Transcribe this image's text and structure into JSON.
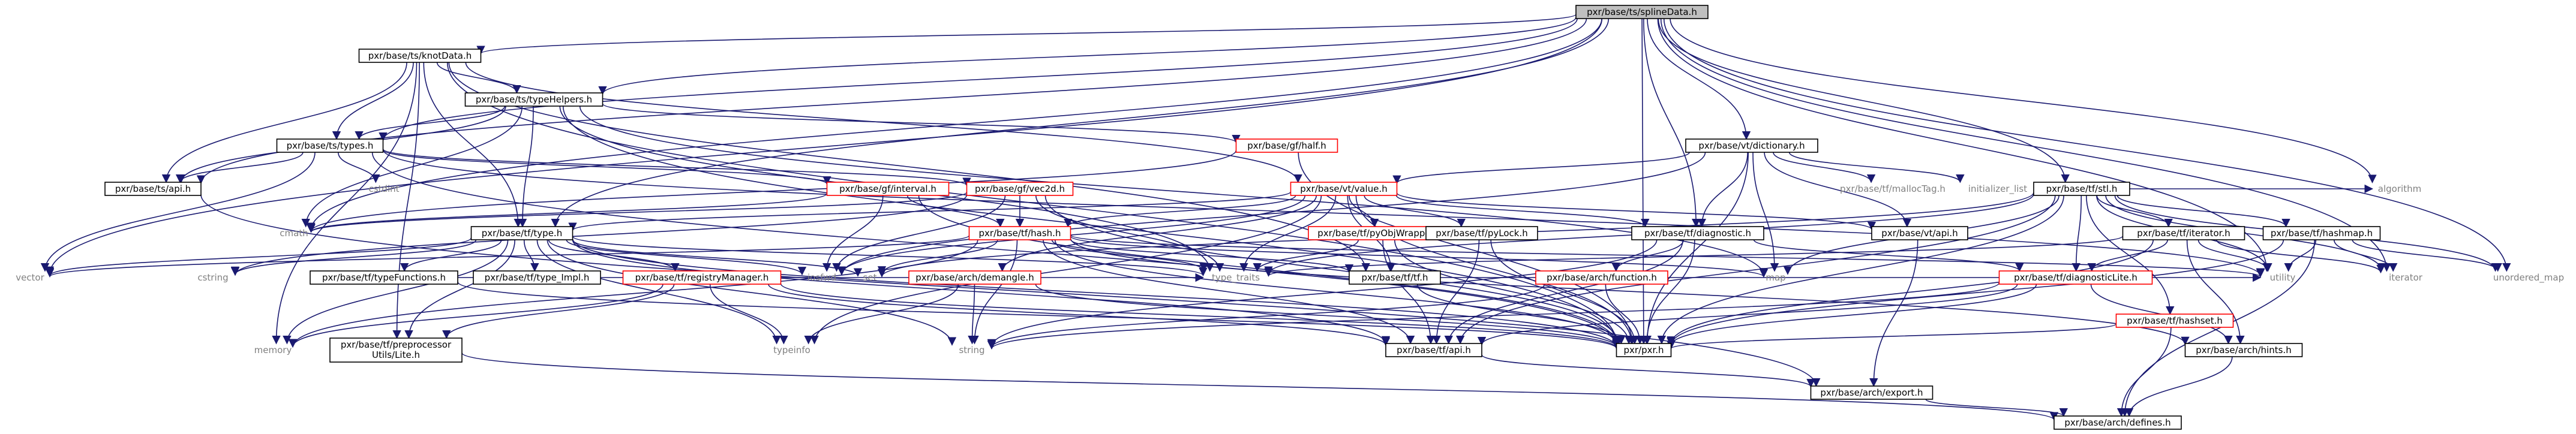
{
  "diagram": {
    "title": "pxr/base/ts/splineData.h",
    "colors": {
      "edge": "#191970",
      "root_fill": "#bfbfbf",
      "linked_border": "#000000",
      "partial_border": "#ff0000",
      "system_text": "#808080"
    },
    "nodes": [
      {
        "id": "root",
        "label": "pxr/base/ts/splineData.h",
        "kind": "root"
      },
      {
        "id": "knotData",
        "label": "pxr/base/ts/knotData.h",
        "kind": "file"
      },
      {
        "id": "typeHelpers",
        "label": "pxr/base/ts/typeHelpers.h",
        "kind": "file"
      },
      {
        "id": "tsTypes",
        "label": "pxr/base/ts/types.h",
        "kind": "file"
      },
      {
        "id": "tsApi",
        "label": "pxr/base/ts/api.h",
        "kind": "file"
      },
      {
        "id": "half",
        "label": "pxr/base/gf/half.h",
        "kind": "partial"
      },
      {
        "id": "interval",
        "label": "pxr/base/gf/interval.h",
        "kind": "partial"
      },
      {
        "id": "vec2d",
        "label": "pxr/base/gf/vec2d.h",
        "kind": "partial"
      },
      {
        "id": "vtValue",
        "label": "pxr/base/vt/value.h",
        "kind": "partial"
      },
      {
        "id": "vtDict",
        "label": "pxr/base/vt/dictionary.h",
        "kind": "file"
      },
      {
        "id": "tfType",
        "label": "pxr/base/tf/type.h",
        "kind": "file"
      },
      {
        "id": "tfHash",
        "label": "pxr/base/tf/hash.h",
        "kind": "partial"
      },
      {
        "id": "pyObj",
        "label": "pxr/base/tf/pyObjWrapper.h",
        "kind": "partial"
      },
      {
        "id": "pyLock",
        "label": "pxr/base/tf/pyLock.h",
        "kind": "file"
      },
      {
        "id": "vtApi",
        "label": "pxr/base/vt/api.h",
        "kind": "file"
      },
      {
        "id": "tfDiag",
        "label": "pxr/base/tf/diagnostic.h",
        "kind": "file"
      },
      {
        "id": "tfStl",
        "label": "pxr/base/tf/stl.h",
        "kind": "file"
      },
      {
        "id": "tfIter",
        "label": "pxr/base/tf/iterator.h",
        "kind": "file"
      },
      {
        "id": "tfHashmap",
        "label": "pxr/base/tf/hashmap.h",
        "kind": "file"
      },
      {
        "id": "mallocTag",
        "label": "pxr/base/tf/mallocTag.h",
        "kind": "sys"
      },
      {
        "id": "initList",
        "label": "initializer_list",
        "kind": "sys"
      },
      {
        "id": "algorithm",
        "label": "algorithm",
        "kind": "sys"
      },
      {
        "id": "unordered",
        "label": "unordered_map",
        "kind": "sys"
      },
      {
        "id": "iterator",
        "label": "iterator",
        "kind": "sys"
      },
      {
        "id": "utility",
        "label": "utility",
        "kind": "sys"
      },
      {
        "id": "vector",
        "label": "vector",
        "kind": "sys"
      },
      {
        "id": "cmath",
        "label": "cmath",
        "kind": "sys"
      },
      {
        "id": "cstdint",
        "label": "cstdint",
        "kind": "sys"
      },
      {
        "id": "cstring",
        "label": "cstring",
        "kind": "sys"
      },
      {
        "id": "memory",
        "label": "memory",
        "kind": "sys"
      },
      {
        "id": "typeFunctions",
        "label": "pxr/base/tf/typeFunctions.h",
        "kind": "file"
      },
      {
        "id": "typeImpl",
        "label": "pxr/base/tf/type_Impl.h",
        "kind": "file"
      },
      {
        "id": "registry",
        "label": "pxr/base/tf/registryManager.h",
        "kind": "partial"
      },
      {
        "id": "demangle",
        "label": "pxr/base/arch/demangle.h",
        "kind": "partial"
      },
      {
        "id": "preproc",
        "label": "pxr/base/tf/preprocessor Utils/Lite.h",
        "kind": "file"
      },
      {
        "id": "typeinfo",
        "label": "typeinfo",
        "kind": "sys"
      },
      {
        "id": "iosfwd",
        "label": "iosfwd",
        "kind": "sys"
      },
      {
        "id": "set",
        "label": "set",
        "kind": "sys"
      },
      {
        "id": "string",
        "label": "string",
        "kind": "sys"
      },
      {
        "id": "typeTraits",
        "label": "type_traits",
        "kind": "sys"
      },
      {
        "id": "tfTf",
        "label": "pxr/base/tf/tf.h",
        "kind": "file"
      },
      {
        "id": "map",
        "label": "map",
        "kind": "sys"
      },
      {
        "id": "archFunction",
        "label": "pxr/base/arch/function.h",
        "kind": "partial"
      },
      {
        "id": "diagLite",
        "label": "pxr/base/tf/diagnosticLite.h",
        "kind": "partial"
      },
      {
        "id": "tfHashset",
        "label": "pxr/base/tf/hashset.h",
        "kind": "partial"
      },
      {
        "id": "hints",
        "label": "pxr/base/arch/hints.h",
        "kind": "file"
      },
      {
        "id": "tfApi",
        "label": "pxr/base/tf/api.h",
        "kind": "file"
      },
      {
        "id": "pxr",
        "label": "pxr/pxr.h",
        "kind": "file"
      },
      {
        "id": "archExport",
        "label": "pxr/base/arch/export.h",
        "kind": "file"
      },
      {
        "id": "archDefines",
        "label": "pxr/base/arch/defines.h",
        "kind": "file"
      }
    ],
    "edges": [
      [
        "root",
        "knotData"
      ],
      [
        "root",
        "typeHelpers"
      ],
      [
        "root",
        "tsTypes"
      ],
      [
        "root",
        "tsApi"
      ],
      [
        "root",
        "vtDict"
      ],
      [
        "root",
        "tfStl"
      ],
      [
        "root",
        "tfDiag"
      ],
      [
        "root",
        "pxr"
      ],
      [
        "root",
        "vector"
      ],
      [
        "root",
        "cmath"
      ],
      [
        "root",
        "algorithm"
      ],
      [
        "root",
        "iterator"
      ],
      [
        "root",
        "utility"
      ],
      [
        "root",
        "unordered"
      ],
      [
        "root",
        "tfType"
      ],
      [
        "knotData",
        "typeHelpers"
      ],
      [
        "knotData",
        "tsTypes"
      ],
      [
        "knotData",
        "tsApi"
      ],
      [
        "knotData",
        "vtValue"
      ],
      [
        "knotData",
        "tfType"
      ],
      [
        "knotData",
        "tfTf"
      ],
      [
        "knotData",
        "memory"
      ],
      [
        "knotData",
        "preproc"
      ],
      [
        "knotData",
        "pxr"
      ],
      [
        "typeHelpers",
        "tsTypes"
      ],
      [
        "typeHelpers",
        "tsApi"
      ],
      [
        "typeHelpers",
        "half"
      ],
      [
        "typeHelpers",
        "tfType"
      ],
      [
        "typeHelpers",
        "cmath"
      ],
      [
        "typeHelpers",
        "typeTraits"
      ],
      [
        "typeHelpers",
        "pxr"
      ],
      [
        "typeHelpers",
        "map"
      ],
      [
        "tsTypes",
        "tsApi"
      ],
      [
        "tsTypes",
        "interval"
      ],
      [
        "tsTypes",
        "vec2d"
      ],
      [
        "tsTypes",
        "cstdint"
      ],
      [
        "tsTypes",
        "vector"
      ],
      [
        "tsTypes",
        "pxr"
      ],
      [
        "tsTypes",
        "utility"
      ],
      [
        "tsApi",
        "archExport"
      ],
      [
        "half",
        "pxr"
      ],
      [
        "half",
        "cmath"
      ],
      [
        "interval",
        "tfHash"
      ],
      [
        "interval",
        "iosfwd"
      ],
      [
        "interval",
        "pxr"
      ],
      [
        "interval",
        "cmath"
      ],
      [
        "vec2d",
        "tfHash"
      ],
      [
        "vec2d",
        "pxr"
      ],
      [
        "vec2d",
        "cmath"
      ],
      [
        "vec2d",
        "iosfwd"
      ],
      [
        "vec2d",
        "cstring"
      ],
      [
        "vec2d",
        "typeTraits"
      ],
      [
        "vtDict",
        "vtValue"
      ],
      [
        "vtDict",
        "vtApi"
      ],
      [
        "vtDict",
        "tfDiag"
      ],
      [
        "vtDict",
        "mallocTag"
      ],
      [
        "vtDict",
        "initList"
      ],
      [
        "vtDict",
        "iosfwd"
      ],
      [
        "vtDict",
        "map"
      ],
      [
        "vtDict",
        "pxr"
      ],
      [
        "vtValue",
        "tfHash"
      ],
      [
        "vtValue",
        "pyObj"
      ],
      [
        "vtValue",
        "pyLock"
      ],
      [
        "vtValue",
        "vtApi"
      ],
      [
        "vtValue",
        "tfType"
      ],
      [
        "vtValue",
        "demangle"
      ],
      [
        "vtValue",
        "tfTf"
      ],
      [
        "vtValue",
        "iosfwd"
      ],
      [
        "vtValue",
        "typeTraits"
      ],
      [
        "vtValue",
        "typeinfo"
      ],
      [
        "vtValue",
        "pxr"
      ],
      [
        "vtValue",
        "tfDiag"
      ],
      [
        "tfType",
        "typeFunctions"
      ],
      [
        "tfType",
        "typeImpl"
      ],
      [
        "tfType",
        "registry"
      ],
      [
        "tfType",
        "preproc"
      ],
      [
        "tfType",
        "cstring"
      ],
      [
        "tfType",
        "memory"
      ],
      [
        "tfType",
        "iosfwd"
      ],
      [
        "tfType",
        "set"
      ],
      [
        "tfType",
        "string"
      ],
      [
        "tfType",
        "typeinfo"
      ],
      [
        "tfType",
        "vector"
      ],
      [
        "tfType",
        "pxr"
      ],
      [
        "tfType",
        "tfApi"
      ],
      [
        "tfType",
        "typeTraits"
      ],
      [
        "tfHash",
        "tfTf"
      ],
      [
        "tfHash",
        "set"
      ],
      [
        "tfHash",
        "string"
      ],
      [
        "tfHash",
        "typeTraits"
      ],
      [
        "tfHash",
        "map"
      ],
      [
        "tfHash",
        "memory"
      ],
      [
        "tfHash",
        "utility"
      ],
      [
        "tfHash",
        "vector"
      ],
      [
        "tfHash",
        "pxr"
      ],
      [
        "tfHash",
        "tfApi"
      ],
      [
        "tfHash",
        "hints"
      ],
      [
        "pyObj",
        "tfApi"
      ],
      [
        "pyObj",
        "pxr"
      ],
      [
        "pyObj",
        "typeTraits"
      ],
      [
        "pyLock",
        "pxr"
      ],
      [
        "pyLock",
        "tfApi"
      ],
      [
        "vtApi",
        "archExport"
      ],
      [
        "tfDiag",
        "archFunction"
      ],
      [
        "tfDiag",
        "diagLite"
      ],
      [
        "tfDiag",
        "tfApi"
      ],
      [
        "tfDiag",
        "pxr"
      ],
      [
        "tfDiag",
        "string"
      ],
      [
        "tfStl",
        "tfIter"
      ],
      [
        "tfStl",
        "tfHashmap"
      ],
      [
        "tfStl",
        "tfHashset"
      ],
      [
        "tfStl",
        "algorithm"
      ],
      [
        "tfStl",
        "iterator"
      ],
      [
        "tfStl",
        "map"
      ],
      [
        "tfStl",
        "set"
      ],
      [
        "tfStl",
        "utility"
      ],
      [
        "tfStl",
        "typeTraits"
      ],
      [
        "tfStl",
        "pxr"
      ],
      [
        "tfStl",
        "tfApi"
      ],
      [
        "tfStl",
        "diagLite"
      ],
      [
        "tfStl",
        "unordered"
      ],
      [
        "tfIter",
        "diagLite"
      ],
      [
        "tfIter",
        "hints"
      ],
      [
        "tfIter",
        "pxr"
      ],
      [
        "tfIter",
        "iterator"
      ],
      [
        "tfIter",
        "typeTraits"
      ],
      [
        "tfIter",
        "utility"
      ],
      [
        "tfHashmap",
        "pxr"
      ],
      [
        "tfHashmap",
        "archDefines"
      ],
      [
        "tfHashmap",
        "iterator"
      ],
      [
        "tfHashmap",
        "utility"
      ],
      [
        "tfHashmap",
        "unordered"
      ],
      [
        "typeFunctions",
        "pxr"
      ],
      [
        "typeFunctions",
        "typeTraits"
      ],
      [
        "registry",
        "tfApi"
      ],
      [
        "registry",
        "preproc"
      ],
      [
        "registry",
        "pxr"
      ],
      [
        "registry",
        "typeinfo"
      ],
      [
        "registry",
        "memory"
      ],
      [
        "demangle",
        "string"
      ],
      [
        "demangle",
        "typeinfo"
      ],
      [
        "demangle",
        "pxr"
      ],
      [
        "preproc",
        "archDefines"
      ],
      [
        "tfTf",
        "pxr"
      ],
      [
        "tfTf",
        "utility"
      ],
      [
        "archFunction",
        "pxr"
      ],
      [
        "archFunction",
        "string"
      ],
      [
        "diagLite",
        "tfApi"
      ],
      [
        "diagLite",
        "pxr"
      ],
      [
        "diagLite",
        "hints"
      ],
      [
        "diagLite",
        "string"
      ],
      [
        "tfHashset",
        "archDefines"
      ],
      [
        "tfHashset",
        "pxr"
      ],
      [
        "hints",
        "archDefines"
      ],
      [
        "tfApi",
        "archExport"
      ],
      [
        "archExport",
        "archDefines"
      ]
    ]
  }
}
